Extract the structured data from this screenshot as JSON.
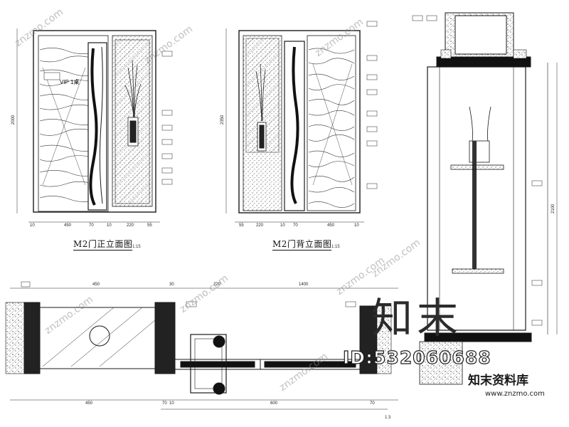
{
  "drawing": {
    "front_title": "M2门正立面图",
    "back_title": "M2门背立面图",
    "scale_note": "1:15",
    "plan_scale": "1:3",
    "vip_label": "VIP 1桌"
  },
  "watermark": {
    "repeat_text": "znzmo.com",
    "brand_big": "知末",
    "brand_id": "ID:532060688",
    "brand_cn": "知末资料库",
    "brand_url": "www.znzmo.com"
  },
  "colors": {
    "line": "#1a1a1a",
    "hatch": "#555555",
    "frame": "#0f0f0f"
  },
  "dims": {
    "front_bottom": [
      "10",
      "450",
      "70",
      "10",
      "220",
      "55"
    ],
    "back_bottom": [
      "55",
      "220",
      "10",
      "70",
      "450",
      "10"
    ],
    "plan_top": [
      "450",
      "30",
      "220",
      "1400"
    ],
    "plan_bottom": [
      "450",
      "70",
      "10",
      "600",
      "70"
    ],
    "heights": [
      "2000",
      "2350",
      "2100"
    ]
  }
}
